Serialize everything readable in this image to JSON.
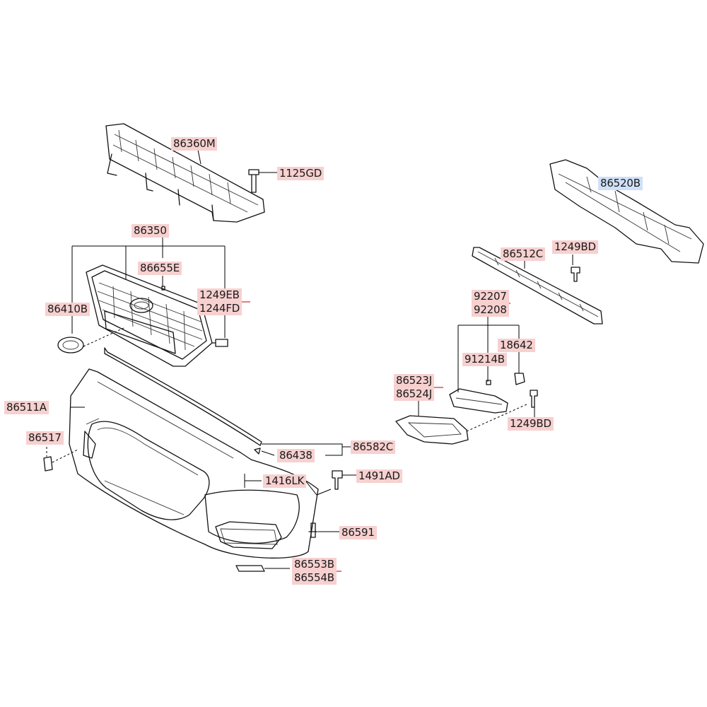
{
  "parts": {
    "p86360M": "86360M",
    "p1125GD": "1125GD",
    "p86350": "86350",
    "p86655E": "86655E",
    "p1249EB": "1249EB",
    "p1244FD": "1244FD",
    "p86410B": "86410B",
    "p86520B": "86520B",
    "p86512C": "86512C",
    "p1249BD_a": "1249BD",
    "p92207": "92207",
    "p92208": "92208",
    "p91214B": "91214B",
    "p18642": "18642",
    "p86523J": "86523J",
    "p86524J": "86524J",
    "p1249BD_b": "1249BD",
    "p86511A": "86511A",
    "p86517": "86517",
    "p86438": "86438",
    "p86582C": "86582C",
    "p1416LK": "1416LK",
    "p1491AD": "1491AD",
    "p86591": "86591",
    "p86553B": "86553B",
    "p86554B": "86554B"
  },
  "colors": {
    "label_bg": "#f7d0d0",
    "label_bg_selected": "#cfe0f7",
    "separator": "#d03030"
  }
}
